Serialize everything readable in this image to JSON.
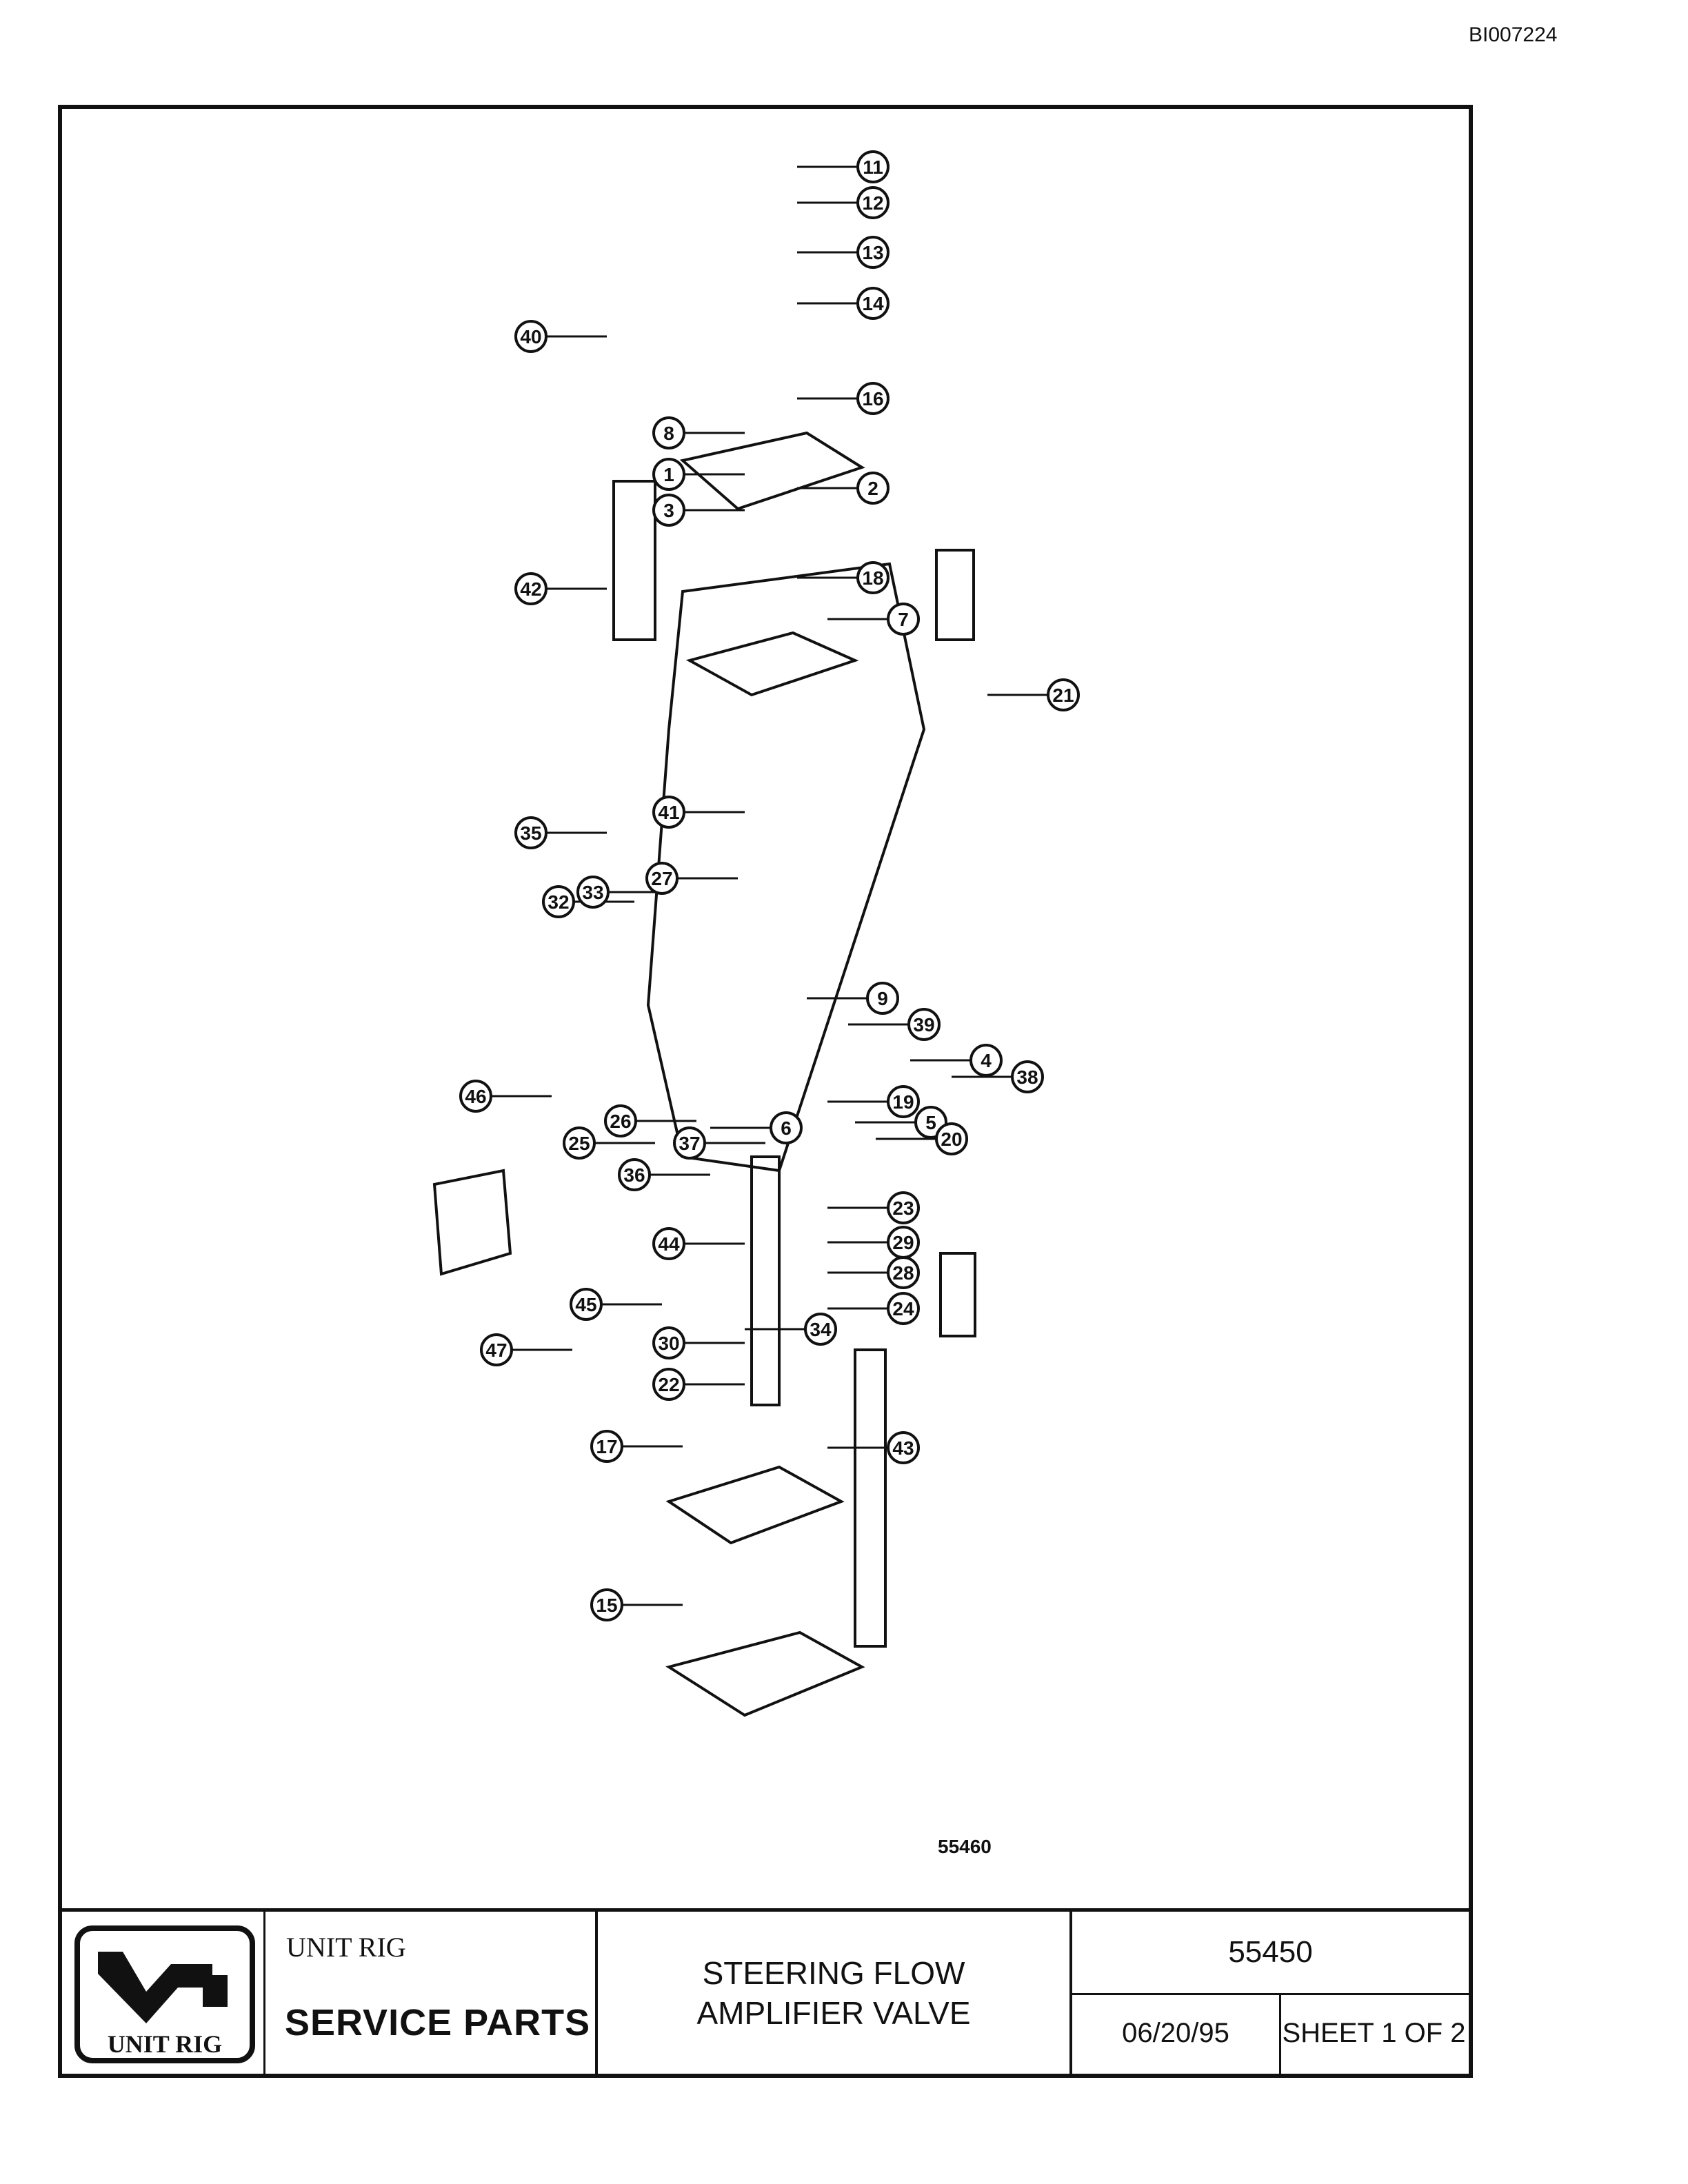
{
  "document_id": "BI007224",
  "drawing": {
    "figure_number": "55460",
    "callouts": [
      "1",
      "2",
      "3",
      "4",
      "5",
      "6",
      "7",
      "8",
      "9",
      "11",
      "12",
      "13",
      "14",
      "15",
      "16",
      "17",
      "18",
      "19",
      "20",
      "21",
      "22",
      "23",
      "24",
      "25",
      "26",
      "27",
      "28",
      "29",
      "30",
      "32",
      "33",
      "34",
      "35",
      "36",
      "37",
      "38",
      "39",
      "40",
      "41",
      "42",
      "43",
      "44",
      "45",
      "46",
      "47"
    ]
  },
  "title_block": {
    "logo_text": "UNIT RIG",
    "company": "UNIT RIG",
    "service_label": "SERVICE PARTS",
    "title_line1": "STEERING FLOW",
    "title_line2": "AMPLIFIER VALVE",
    "part_number": "55450",
    "date": "06/20/95",
    "sheet": "SHEET 1 OF 2"
  }
}
